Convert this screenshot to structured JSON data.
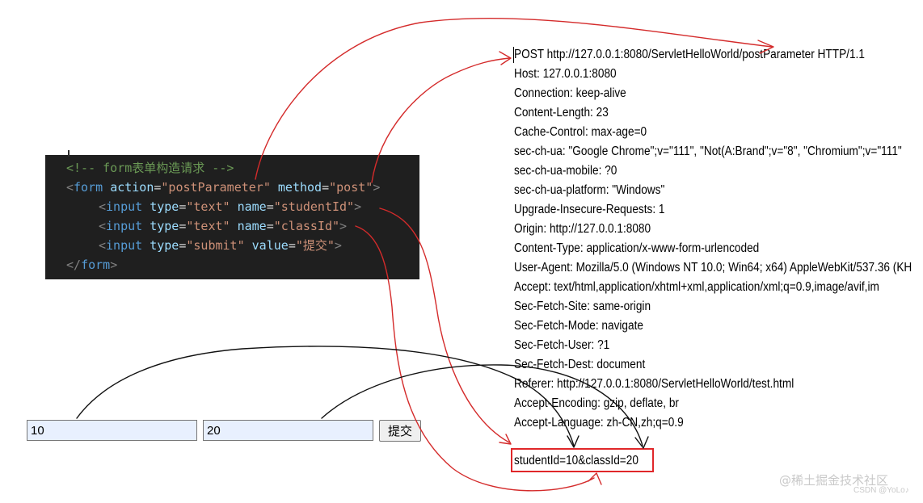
{
  "code": {
    "comment": "<!-- form表单构造请求 -->",
    "form_open": {
      "lt": "<",
      "tag": "form",
      "attr1": "action",
      "val1": "\"postParameter\"",
      "attr2": "method",
      "val2": "\"post\"",
      "gt": ">"
    },
    "input1": {
      "lt": "<",
      "tag": "input",
      "attr1": "type",
      "val1": "\"text\"",
      "attr2": "name",
      "val2": "\"studentId\"",
      "gt": ">"
    },
    "input2": {
      "lt": "<",
      "tag": "input",
      "attr1": "type",
      "val1": "\"text\"",
      "attr2": "name",
      "val2": "\"classId\"",
      "gt": ">"
    },
    "input3": {
      "lt": "<",
      "tag": "input",
      "attr1": "type",
      "val1": "\"submit\"",
      "attr2": "value",
      "val2": "\"提交\"",
      "gt": ">"
    },
    "form_close": {
      "lt": "</",
      "tag": "form",
      "gt": ">"
    },
    "eq": "="
  },
  "form": {
    "student_id_value": "10",
    "class_id_value": "20",
    "submit_label": "提交"
  },
  "http": {
    "lines": [
      "POST http://127.0.0.1:8080/ServletHelloWorld/postParameter HTTP/1.1",
      "Host: 127.0.0.1:8080",
      "Connection: keep-alive",
      "Content-Length: 23",
      "Cache-Control: max-age=0",
      "sec-ch-ua: \"Google Chrome\";v=\"111\", \"Not(A:Brand\";v=\"8\", \"Chromium\";v=\"111\"",
      "sec-ch-ua-mobile: ?0",
      "sec-ch-ua-platform: \"Windows\"",
      "Upgrade-Insecure-Requests: 1",
      "Origin: http://127.0.0.1:8080",
      "Content-Type: application/x-www-form-urlencoded",
      "User-Agent: Mozilla/5.0 (Windows NT 10.0; Win64; x64) AppleWebKit/537.36 (KH",
      "Accept: text/html,application/xhtml+xml,application/xml;q=0.9,image/avif,im",
      "Sec-Fetch-Site: same-origin",
      "Sec-Fetch-Mode: navigate",
      "Sec-Fetch-User: ?1",
      "Sec-Fetch-Dest: document",
      "Referer: http://127.0.0.1:8080/ServletHelloWorld/test.html",
      "Accept-Encoding: gzip, deflate, br",
      "Accept-Language: zh-CN,zh;q=0.9"
    ],
    "body": "studentId=10&classId=20"
  },
  "watermark": {
    "main": "@稀土掘金技术社区",
    "sub": "CSDN @YoLo♪"
  },
  "colors": {
    "arrow_red": "#d42b2b",
    "arrow_black": "#111111",
    "box_red": "#e0272a",
    "code_bg": "#1f1f1f",
    "input_bg": "#e8f0fe"
  }
}
